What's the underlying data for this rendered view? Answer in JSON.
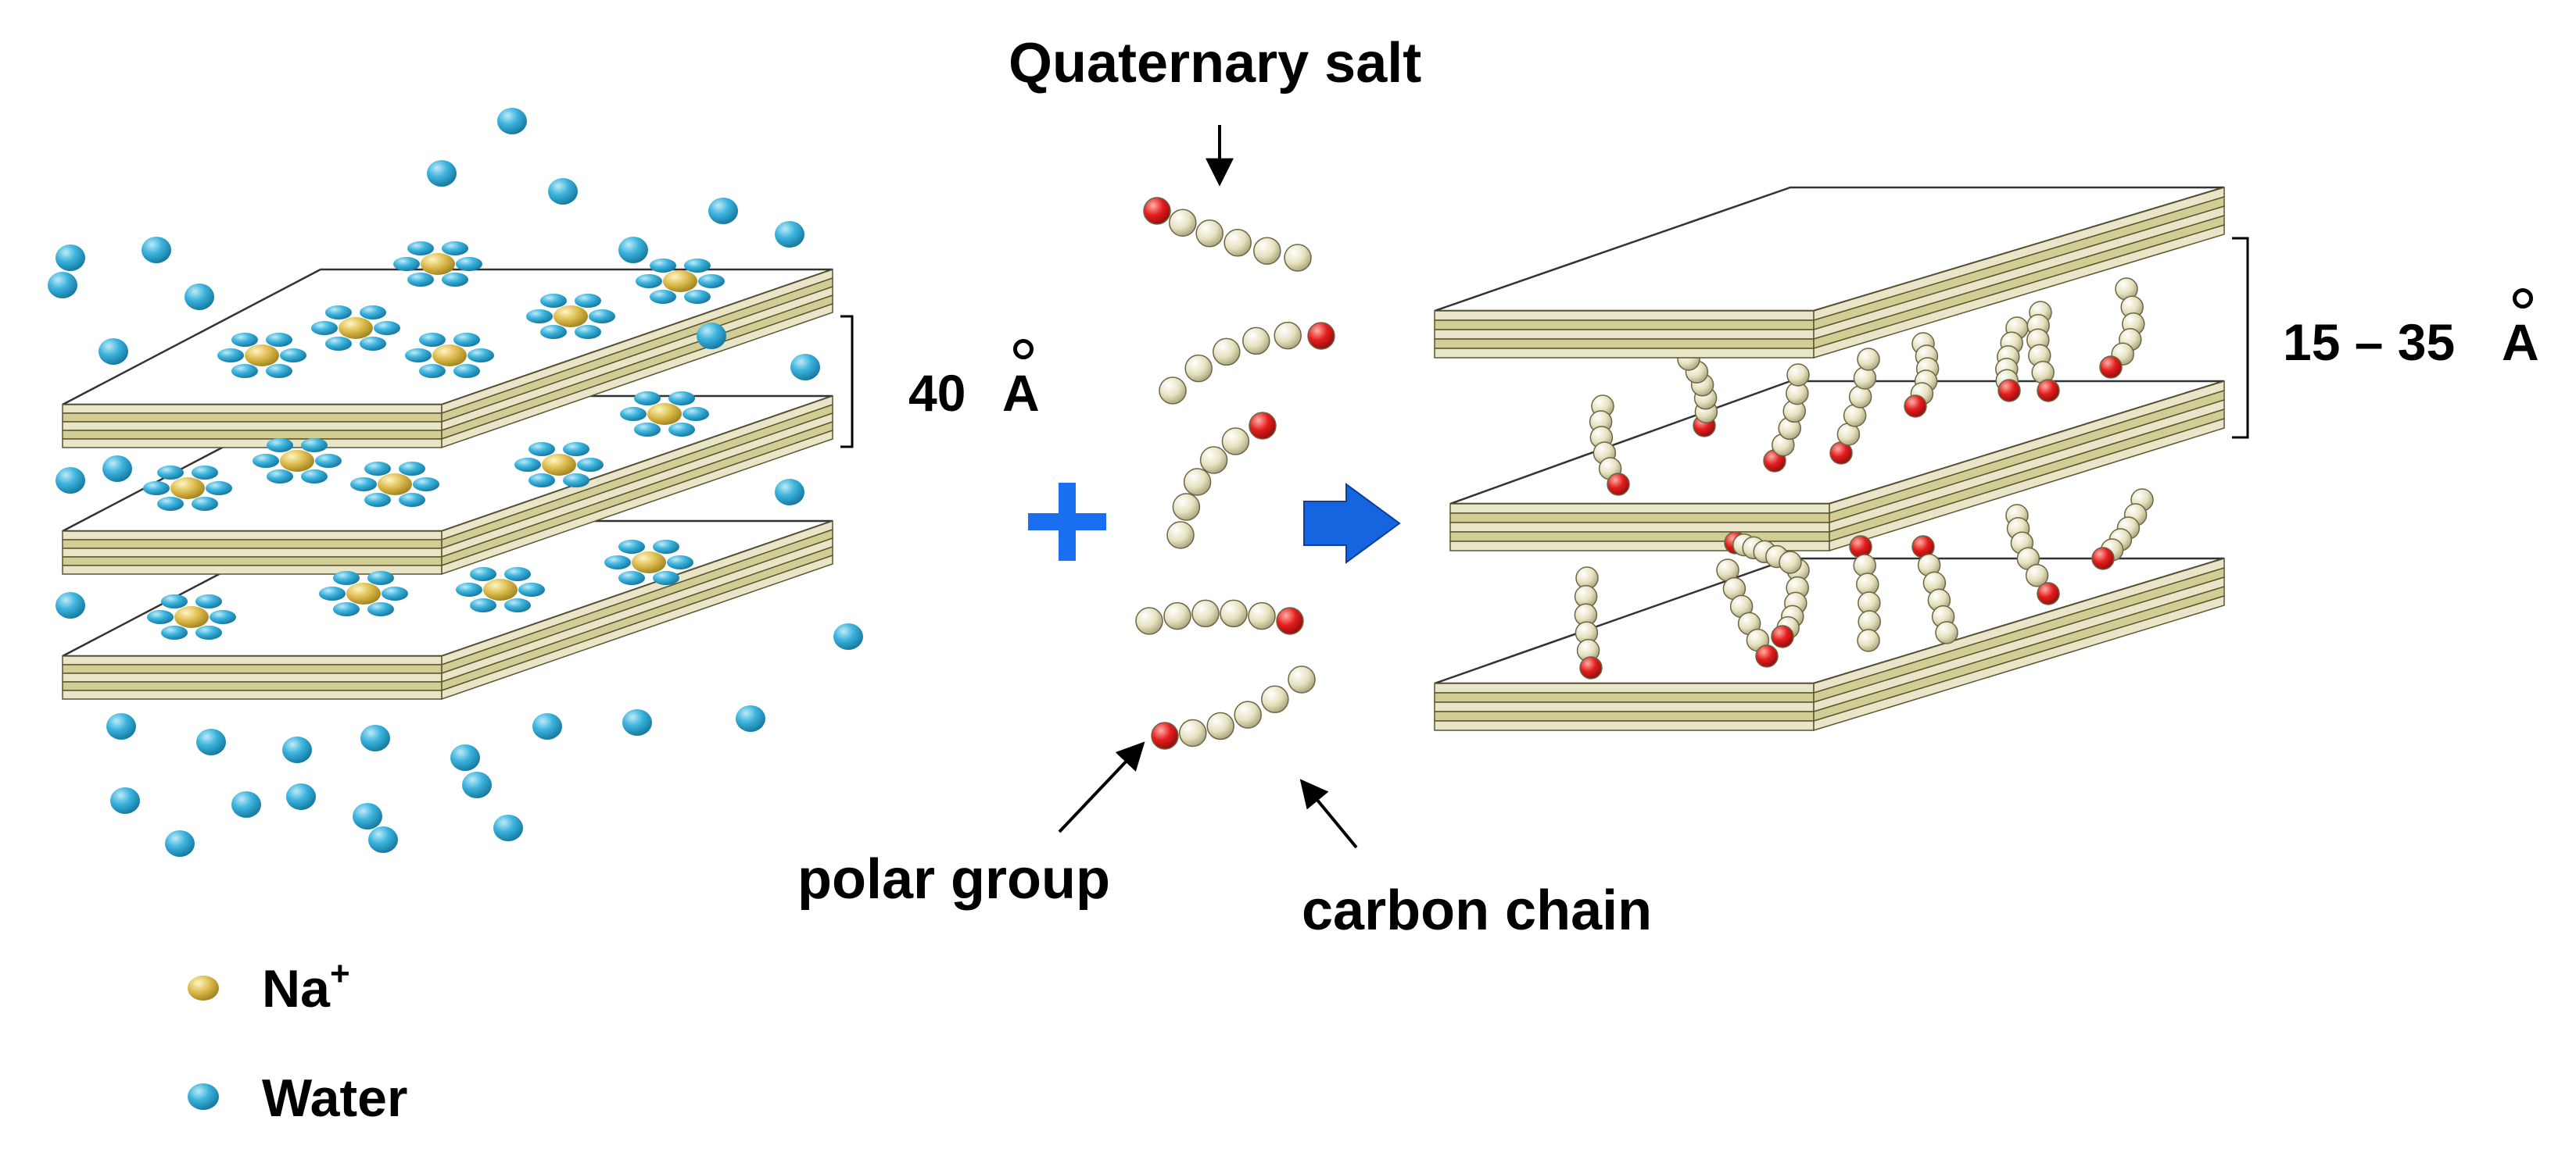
{
  "labels": {
    "quaternary_salt": "Quaternary salt",
    "polar_group": "polar group",
    "carbon_chain": "carbon chain",
    "spacing_left": "40",
    "spacing_right": "15 – 35",
    "angstrom": "A",
    "plus": "+"
  },
  "legend": {
    "items": [
      {
        "label": "Na",
        "sup": "+",
        "icon": "sodium-ion-icon",
        "color": "#d9b84a"
      },
      {
        "label": "Water",
        "icon": "water-molecule-icon",
        "color": "#2aa7d2"
      }
    ]
  },
  "colors": {
    "layer_face": "#e9e5c8",
    "layer_stripe": "#d2cc95",
    "chain_bead": "#e6e2bf",
    "polar_head": "#e01f1f",
    "water": "#2aa7d2",
    "sodium": "#d9b84a",
    "arrow": "#1565e0",
    "plus": "#1a6ff0"
  }
}
